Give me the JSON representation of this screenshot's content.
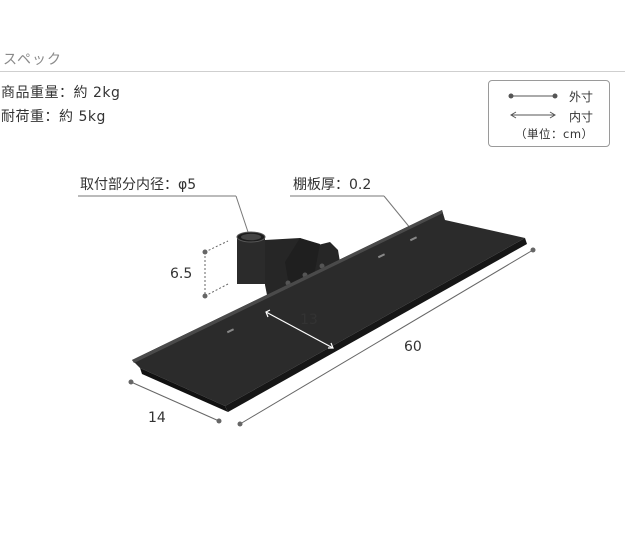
{
  "spec": {
    "section_title": "スペック",
    "product_weight": "商品重量：約 2kg",
    "load_capacity": "耐荷重：約 5kg"
  },
  "legend": {
    "outer": "外寸",
    "inner": "内寸",
    "unit": "（単位：cm）"
  },
  "callouts": {
    "mount_diameter": "取付部分内径：φ5",
    "shelf_thickness": "棚板厚：0.2"
  },
  "dimensions": {
    "height": "6.5",
    "inner_depth": "13",
    "outer_length": "60",
    "outer_depth": "14"
  },
  "colors": {
    "shelf": "#2b2b2b",
    "dim_line": "#666666"
  }
}
